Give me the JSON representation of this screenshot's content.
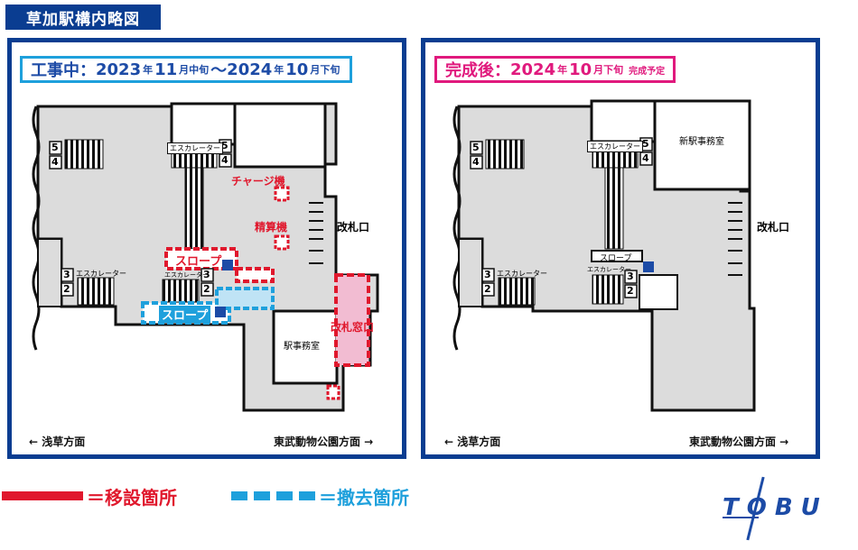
{
  "page_title": "草加駅構内略図",
  "left_panel": {
    "phase_label": "工事中",
    "colon": "：",
    "period": {
      "start_year": "2023",
      "year_unit": "年",
      "start_month": "11",
      "start_suffix": "月中旬",
      "tilde": "～",
      "end_year": "2024",
      "end_month": "10",
      "end_suffix": "月下旬"
    },
    "labels": {
      "charge_machine": "チャージ機",
      "fare_adjustment": "精算機",
      "slope_new": "スロープ",
      "slope_removed": "スロープ",
      "ticket_window": "改札窓口",
      "ticket_gate": "改札口",
      "station_office": "駅事務室",
      "escalator_top": "エスカレーター",
      "escalator_bottom": "エスカレーター",
      "escalator_small": "エスカレーター",
      "num_5": "5",
      "num_4": "4",
      "num_3": "3",
      "num_2": "2"
    },
    "direction_left": "← 浅草方面",
    "direction_right": "東武動物公園方面 →"
  },
  "right_panel": {
    "phase_label": "完成後",
    "colon": "：",
    "date_year": "2024",
    "year_unit": "年",
    "date_month": "10",
    "month_suffix": "月下旬",
    "note": "完成予定",
    "labels": {
      "new_station_office": "新駅事務室",
      "ticket_gate": "改札口",
      "escalator_top": "エスカレーター",
      "escalator_bottom": "エスカレーター",
      "slope": "スロープ",
      "num_5": "5",
      "num_4": "4",
      "num_3": "3",
      "num_2": "2"
    },
    "direction_left": "← 浅草方面",
    "direction_right": "東武動物公園方面 →"
  },
  "legend": {
    "relocation": "＝移設箇所",
    "removal": "＝撤去箇所"
  },
  "logo": "TOBU",
  "colors": {
    "brand_blue": "#0a3d91",
    "relocation_red": "#e0182d",
    "removal_blue": "#1ea0dc",
    "completed_magenta": "#e0197d",
    "floor_gray": "#dcdcdc",
    "pink_area": "#f2bcd2"
  }
}
